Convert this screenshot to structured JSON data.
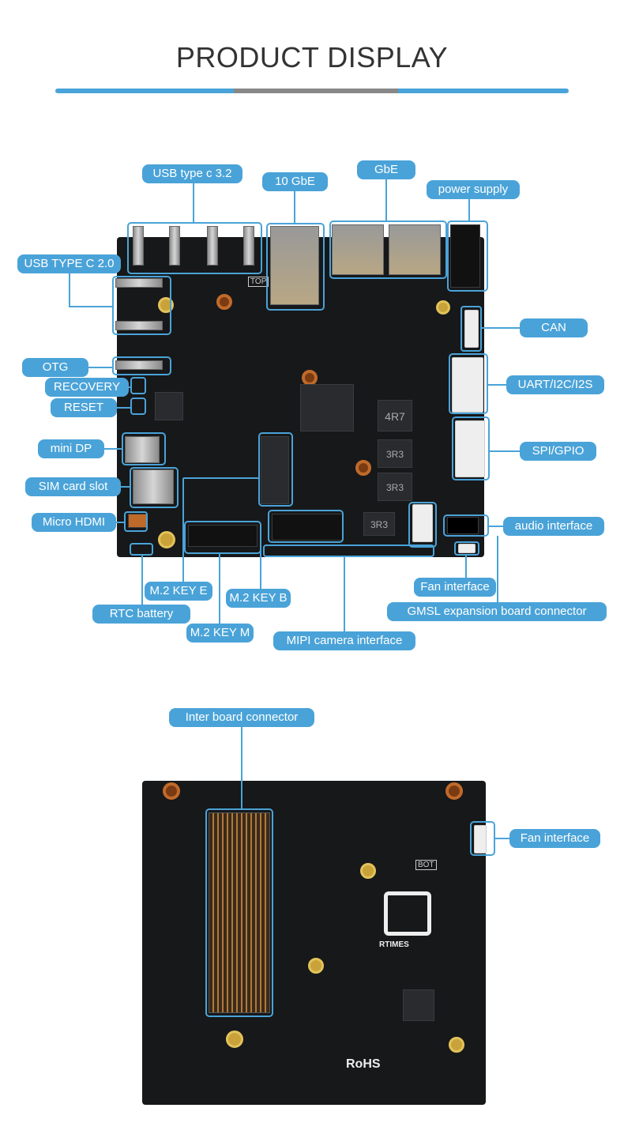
{
  "header": {
    "title": "PRODUCT DISPLAY",
    "bar_colors": {
      "accent": "#4aa3d8",
      "middle": "#888888"
    }
  },
  "top_labels": {
    "usb_c_32": "USB type c 3.2",
    "gbe10": "10 GbE",
    "gbe": "GbE",
    "power": "power supply",
    "usb_c_20": "USB TYPE C 2.0",
    "can": "CAN",
    "otg": "OTG",
    "uart": "UART/I2C/I2S",
    "recovery": "RECOVERY",
    "reset": "RESET",
    "minidp": "mini DP",
    "spi": "SPI/GPIO",
    "sim": "SIM card slot",
    "hdmi": "Micro HDMI",
    "audio": "audio interface",
    "fan": "Fan interface",
    "m2e": "M.2 KEY E",
    "m2b": "M.2 KEY B",
    "gmsl": "GMSL expansion board connector",
    "rtc": "RTC battery",
    "m2m": "M.2 KEY M",
    "mipi": "MIPI camera interface"
  },
  "bottom_labels": {
    "inter": "Inter board connector",
    "fan": "Fan interface"
  },
  "board_marks": {
    "top_silk": "TOP",
    "bot_silk": "BOT",
    "inductor1": "4R7",
    "inductor2": "3R3",
    "inductor3": "3R3",
    "inductor4": "3R3",
    "logo": "RTIMES",
    "rohs": "RoHS"
  }
}
